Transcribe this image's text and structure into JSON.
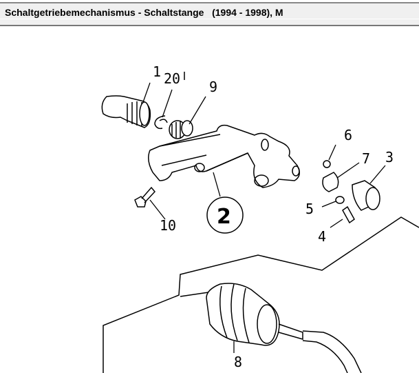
{
  "header": {
    "title": "Schaltgetriebemechanismus - Schaltstange   (1994 - 1998), M"
  },
  "diagram": {
    "callouts": [
      {
        "id": "1",
        "label": "1"
      },
      {
        "id": "20",
        "label": "20"
      },
      {
        "id": "9",
        "label": "9"
      },
      {
        "id": "6",
        "label": "6"
      },
      {
        "id": "7",
        "label": "7"
      },
      {
        "id": "3",
        "label": "3"
      },
      {
        "id": "5",
        "label": "5"
      },
      {
        "id": "4",
        "label": "4"
      },
      {
        "id": "10",
        "label": "10"
      },
      {
        "id": "2",
        "label": "2"
      },
      {
        "id": "8",
        "label": "8"
      }
    ]
  }
}
